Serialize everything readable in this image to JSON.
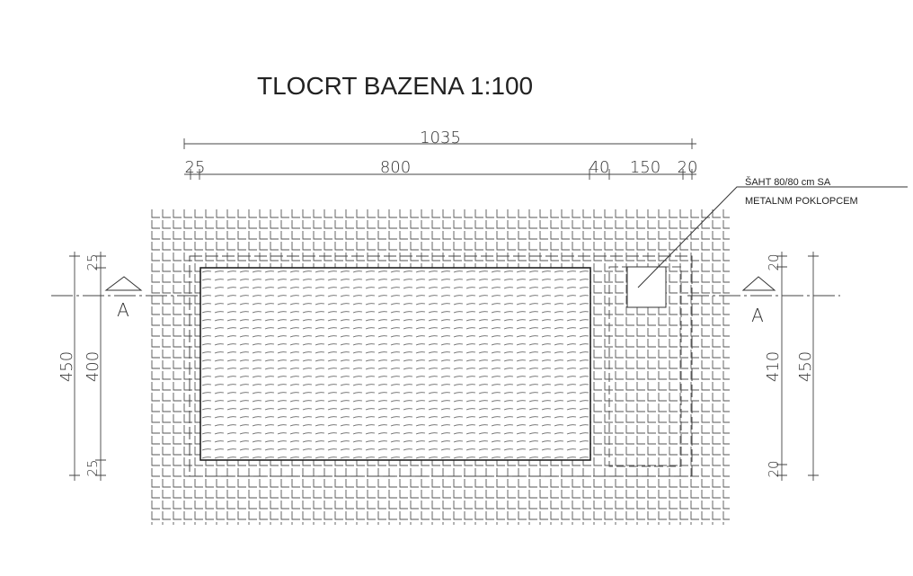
{
  "title": "TLOCRT BAZENA 1:100",
  "dimensions": {
    "overall_width": "1035",
    "left_margin": "25",
    "pool_length": "800",
    "gap": "40",
    "shaft_zone": "150",
    "right_margin": "20",
    "left_total_height": "450",
    "pool_width": "400",
    "left_top": "25",
    "left_bottom": "25",
    "right_top": "20",
    "right_mid": "410",
    "right_total_height": "450",
    "right_bottom": "20"
  },
  "section_marks": {
    "left": "A",
    "right": "A"
  },
  "note": {
    "line1": "ŠAHT 80/80 cm SA",
    "line2": "METALNM POKLOPCEM"
  }
}
